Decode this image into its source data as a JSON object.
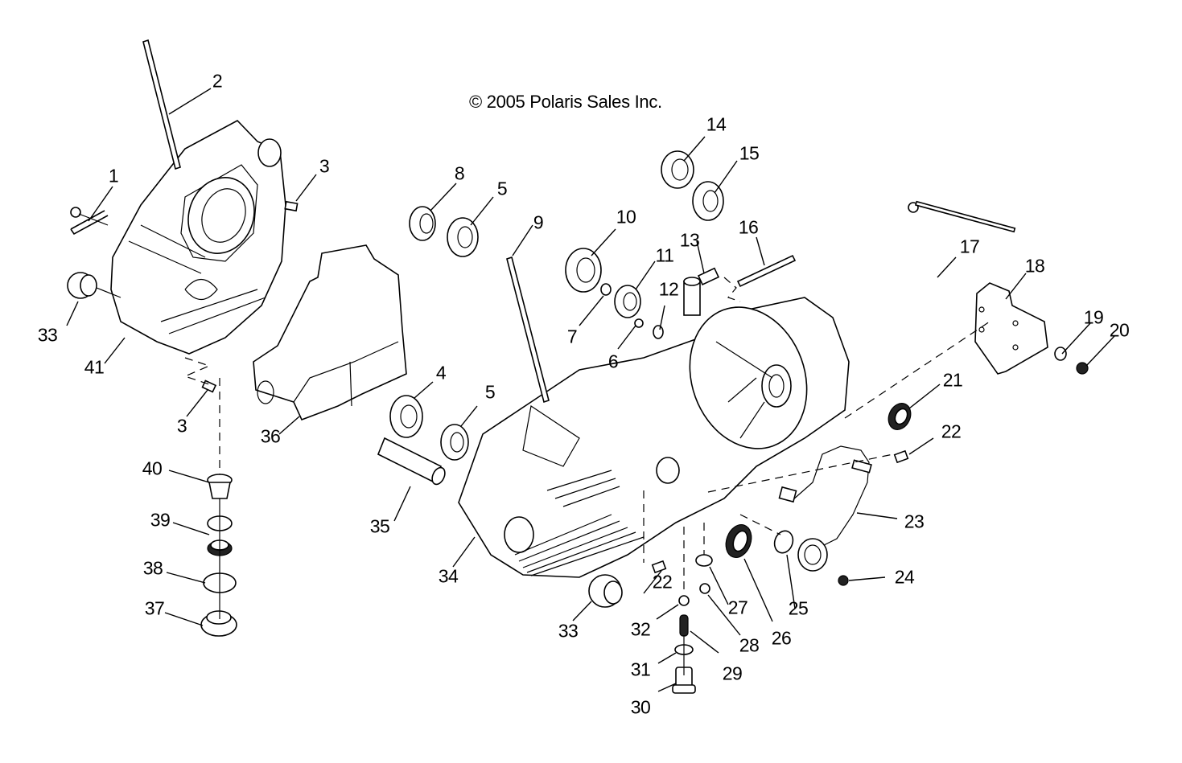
{
  "diagram": {
    "title": "© 2005 Polaris Sales Inc.",
    "subject": "Crankcase exploded view",
    "callouts": [
      {
        "id": "1",
        "label": "1",
        "part": "bolt"
      },
      {
        "id": "2",
        "label": "2",
        "part": "stud"
      },
      {
        "id": "3a",
        "label": "3",
        "part": "dowel pin"
      },
      {
        "id": "3b",
        "label": "3",
        "part": "dowel pin"
      },
      {
        "id": "4",
        "label": "4",
        "part": "bearing"
      },
      {
        "id": "5a",
        "label": "5",
        "part": "bearing"
      },
      {
        "id": "5b",
        "label": "5",
        "part": "bearing"
      },
      {
        "id": "6",
        "label": "6",
        "part": "screw"
      },
      {
        "id": "7",
        "label": "7",
        "part": "washer"
      },
      {
        "id": "8",
        "label": "8",
        "part": "bearing"
      },
      {
        "id": "9",
        "label": "9",
        "part": "stud"
      },
      {
        "id": "10",
        "label": "10",
        "part": "bearing"
      },
      {
        "id": "11",
        "label": "11",
        "part": "bearing"
      },
      {
        "id": "12",
        "label": "12",
        "part": "washer"
      },
      {
        "id": "13",
        "label": "13",
        "part": "fitting"
      },
      {
        "id": "14",
        "label": "14",
        "part": "bearing"
      },
      {
        "id": "15",
        "label": "15",
        "part": "bearing"
      },
      {
        "id": "16",
        "label": "16",
        "part": "pin"
      },
      {
        "id": "17",
        "label": "17",
        "part": "bolt"
      },
      {
        "id": "18",
        "label": "18",
        "part": "bracket"
      },
      {
        "id": "19",
        "label": "19",
        "part": "washer"
      },
      {
        "id": "20",
        "label": "20",
        "part": "nut"
      },
      {
        "id": "21",
        "label": "21",
        "part": "seal"
      },
      {
        "id": "22a",
        "label": "22",
        "part": "dowel pin"
      },
      {
        "id": "22b",
        "label": "22",
        "part": "dowel pin"
      },
      {
        "id": "23",
        "label": "23",
        "part": "sensor harness"
      },
      {
        "id": "24",
        "label": "24",
        "part": "screw"
      },
      {
        "id": "25",
        "label": "25",
        "part": "o-ring"
      },
      {
        "id": "26",
        "label": "26",
        "part": "seal"
      },
      {
        "id": "27",
        "label": "27",
        "part": "o-ring"
      },
      {
        "id": "28",
        "label": "28",
        "part": "screw"
      },
      {
        "id": "29",
        "label": "29",
        "part": "spring"
      },
      {
        "id": "30",
        "label": "30",
        "part": "plug"
      },
      {
        "id": "31",
        "label": "31",
        "part": "washer"
      },
      {
        "id": "32",
        "label": "32",
        "part": "ball"
      },
      {
        "id": "33a",
        "label": "33",
        "part": "bushing"
      },
      {
        "id": "33b",
        "label": "33",
        "part": "bushing"
      },
      {
        "id": "34",
        "label": "34",
        "part": "crankcase, right"
      },
      {
        "id": "35",
        "label": "35",
        "part": "tube"
      },
      {
        "id": "36",
        "label": "36",
        "part": "gasket"
      },
      {
        "id": "37",
        "label": "37",
        "part": "drain plug"
      },
      {
        "id": "38",
        "label": "38",
        "part": "o-ring"
      },
      {
        "id": "39",
        "label": "39",
        "part": "spring"
      },
      {
        "id": "40",
        "label": "40",
        "part": "screen"
      },
      {
        "id": "41",
        "label": "41",
        "part": "crankcase, left"
      }
    ]
  }
}
